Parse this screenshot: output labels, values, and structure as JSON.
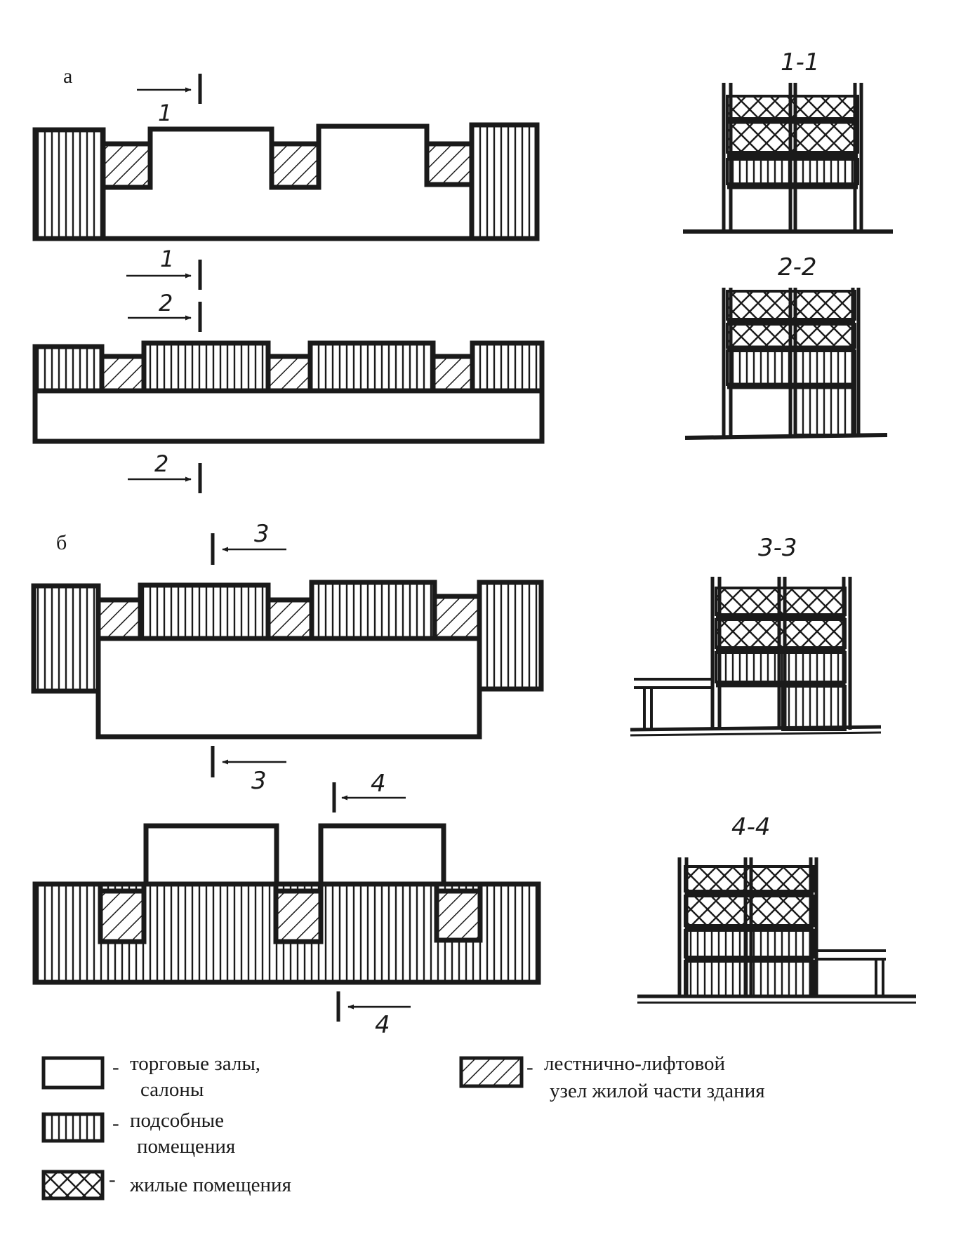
{
  "panels": {
    "a": "а",
    "b": "б"
  },
  "cut_labels": {
    "c1": "1",
    "c2": "2",
    "c3": "3",
    "c4": "4"
  },
  "sections": {
    "s11": "1-1",
    "s22": "2-2",
    "s33": "3-3",
    "s44": "4-4"
  },
  "legend": {
    "trade_halls": [
      "торговые залы,",
      "салоны"
    ],
    "utility_rooms": [
      "подсобные",
      "помещения"
    ],
    "living_rooms": [
      "жилые помещения"
    ],
    "stair_lift": [
      "лестнично-лифтовой",
      "узел жилой части здания"
    ]
  },
  "colors": {
    "ink": "#1a1a1a",
    "paper": "#ffffff"
  }
}
